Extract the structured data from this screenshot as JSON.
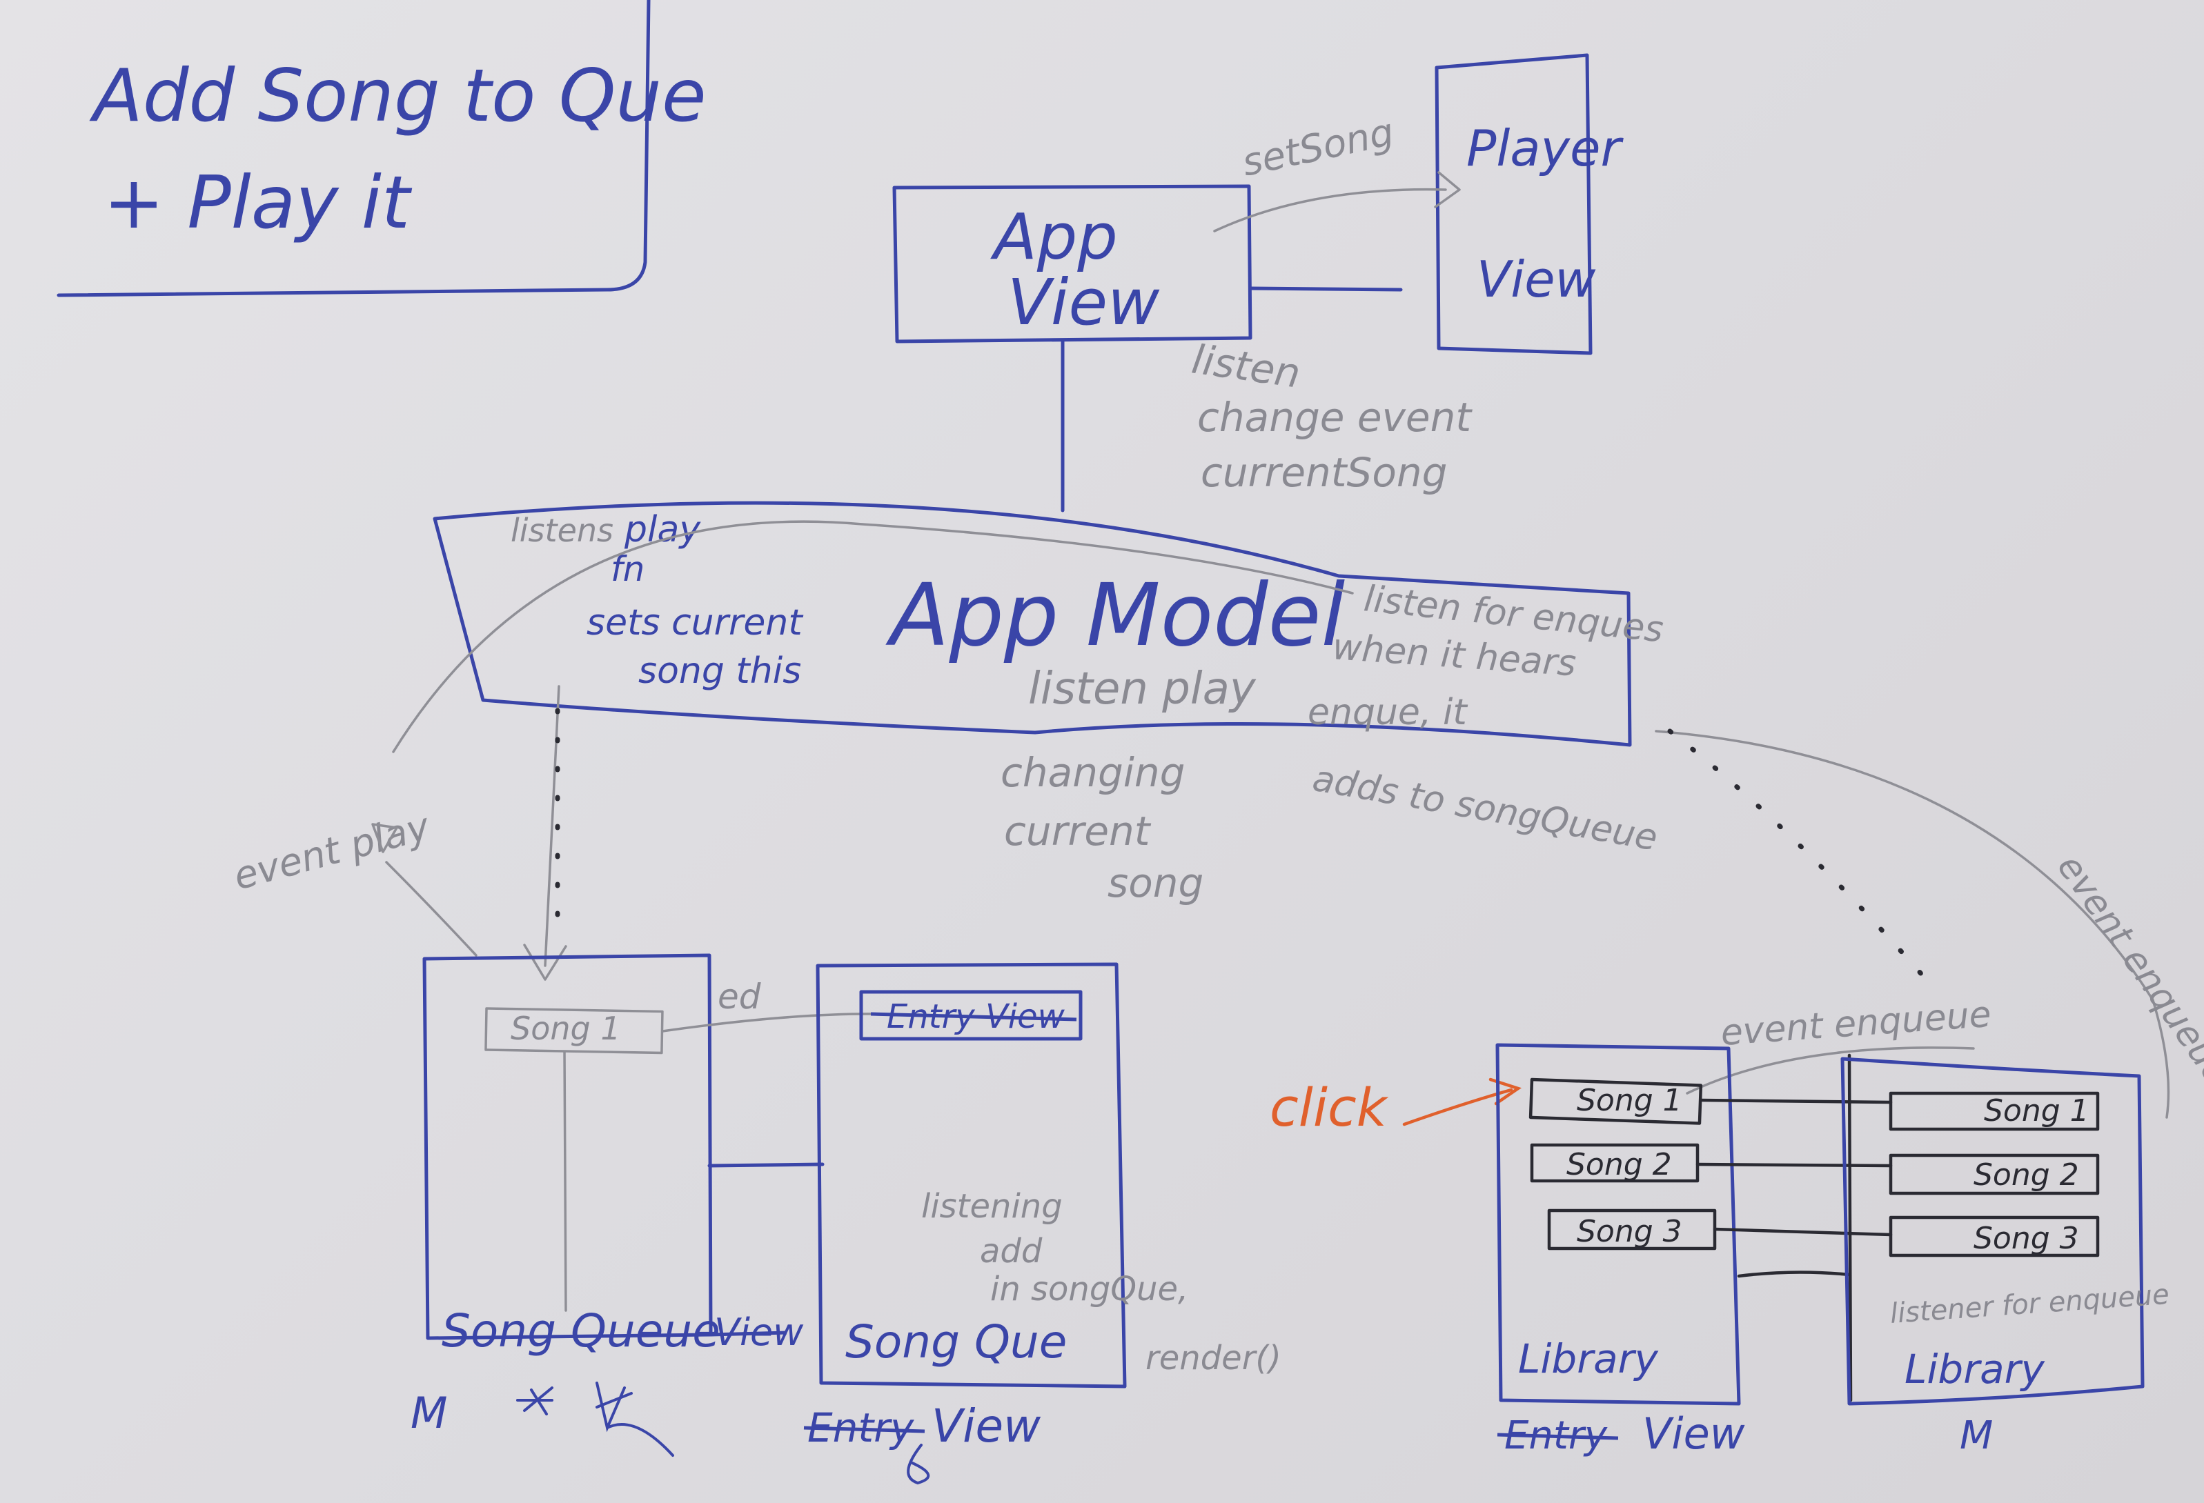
{
  "title": {
    "line1": "Add Song to Que",
    "line2": "+ Play it"
  },
  "app_view": {
    "line1": "App",
    "line2": "View"
  },
  "player_view": {
    "line1": "Player",
    "line2": "View"
  },
  "set_song_label": "setSong",
  "listen_note": {
    "line1": "listen",
    "line2": "change event",
    "line3": "currentSong"
  },
  "app_model": {
    "label": "App Model",
    "left_note": {
      "line1": "listens",
      "line1b": "play",
      "line2": "fn",
      "line3": "sets current",
      "line4": "song this"
    },
    "right_note": {
      "line1": "listen for enques",
      "line2": "when it hears",
      "line3": "enque, it",
      "line4": "adds to songQueue"
    },
    "center_note": "listen play"
  },
  "changing_note": {
    "line1": "changing",
    "line2": "current",
    "line3": "song"
  },
  "event_play_label": "event play",
  "song_queue_model": {
    "label": "Song Queue",
    "struck": "View",
    "item": "Song 1",
    "marks": "M",
    "add_label": "ed"
  },
  "song_queue_view": {
    "entry": "Entry View",
    "label": "Song Que",
    "struck": "Entry",
    "suffix": "View",
    "note": {
      "line1": "listening",
      "line2": "add",
      "line3": "in songQue,",
      "line4": "render()"
    }
  },
  "click_label": "click",
  "event_enqueue_label": "event enqueue",
  "event_enqueue_right": "event enqueue",
  "library_view": {
    "label": "Library",
    "struck": "Entry",
    "suffix": "View",
    "songs": [
      "Song 1",
      "Song 2",
      "Song 3"
    ]
  },
  "library_model": {
    "label": "Library",
    "suffix": "M",
    "songs": [
      "Song 1",
      "Song 2",
      "Song 3"
    ],
    "note": "listener for enqueue"
  },
  "colors": {
    "ink_blue": "#3a45a8",
    "pencil": "#8f8f96",
    "black": "#2a2a32",
    "orange": "#e0602c",
    "paper": "#e2e1e5"
  }
}
